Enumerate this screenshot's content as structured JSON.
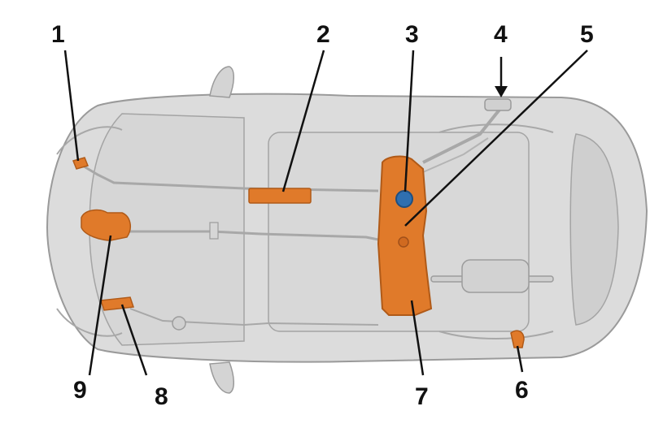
{
  "diagram": {
    "callouts": [
      "1",
      "2",
      "3",
      "4",
      "5",
      "6",
      "7",
      "8",
      "9"
    ]
  },
  "colors": {
    "body_fill": "#dcdcdc",
    "body_stroke": "#9a9a9a",
    "line_stroke": "#a8a8a8",
    "component_fill": "#e07a2a",
    "component_stroke": "#b05a18",
    "cap_fill": "#2f6fb0",
    "leader": "#111111"
  }
}
